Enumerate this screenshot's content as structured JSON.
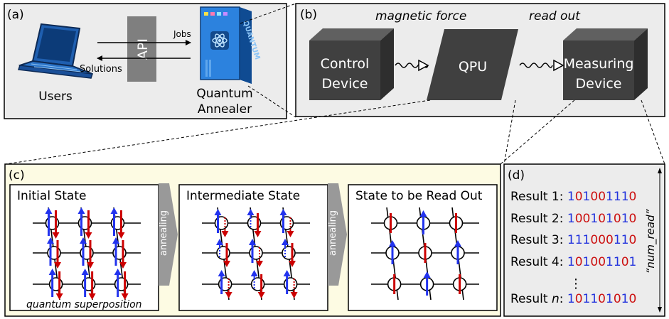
{
  "panel_a": {
    "label": "(a)",
    "api": "API",
    "jobs": "Jobs",
    "solutions": "Solutions",
    "users": "Users",
    "annealer_line1": "Quantum",
    "annealer_line2": "Annealer",
    "annealer_brand": "QUANTUM"
  },
  "panel_b": {
    "label": "(b)",
    "magnetic_force": "magnetic force",
    "read_out": "read out",
    "control_line1": "Control",
    "control_line2": "Device",
    "qpu": "QPU",
    "measuring_line1": "Measuring",
    "measuring_line2": "Device"
  },
  "panel_c": {
    "label": "(c)",
    "states": [
      {
        "title": "Initial State",
        "caption": "quantum superposition"
      },
      {
        "title": "Intermediate State",
        "caption": ""
      },
      {
        "title": "State to be Read Out",
        "caption": ""
      }
    ],
    "annealing": "annealing",
    "colors": {
      "up": "#2233ee",
      "down": "#cc0000"
    }
  },
  "panel_d": {
    "label": "(d)",
    "side_label": "“num_read”",
    "ellipsis": "⋮",
    "results": [
      {
        "label": "Result 1: ",
        "label_n": "",
        "label_tail": "",
        "bits": "101001110"
      },
      {
        "label": "Result 2: ",
        "label_n": "",
        "label_tail": "",
        "bits": "100101010"
      },
      {
        "label": "Result 3: ",
        "label_n": "",
        "label_tail": "",
        "bits": "111000110"
      },
      {
        "label": "Result 4: ",
        "label_n": "",
        "label_tail": "",
        "bits": "101001101"
      },
      {
        "label": "Result ",
        "label_n": "n",
        "label_tail": ": ",
        "bits": "101101010"
      }
    ],
    "colors": {
      "one": "#2233dd",
      "zero": "#cc1111"
    }
  }
}
